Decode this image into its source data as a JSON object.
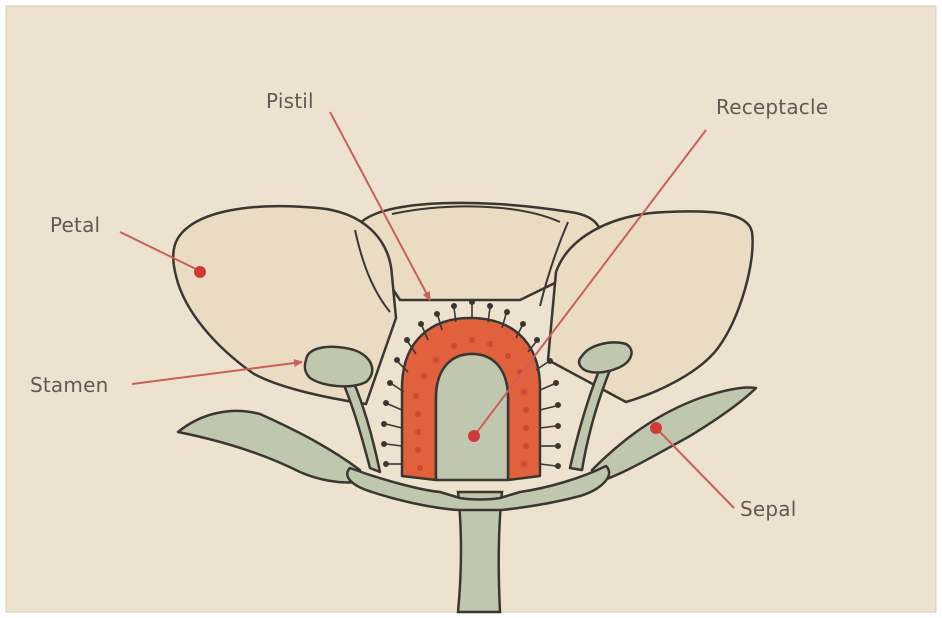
{
  "colors": {
    "paper": "#ede2d0",
    "outline": "#3a3632",
    "petal_fill": "#e9dcc2",
    "green_fill": "#bfc7ae",
    "pistil_red": "#e2613d",
    "pointer_line": "#c9605a",
    "pointer_dot": "#d23a3a",
    "label_text": "#5f5a55"
  },
  "labels": {
    "pistil": "Pistil",
    "receptacle": "Receptacle",
    "petal": "Petal",
    "stamen": "Stamen",
    "sepal": "Sepal"
  }
}
